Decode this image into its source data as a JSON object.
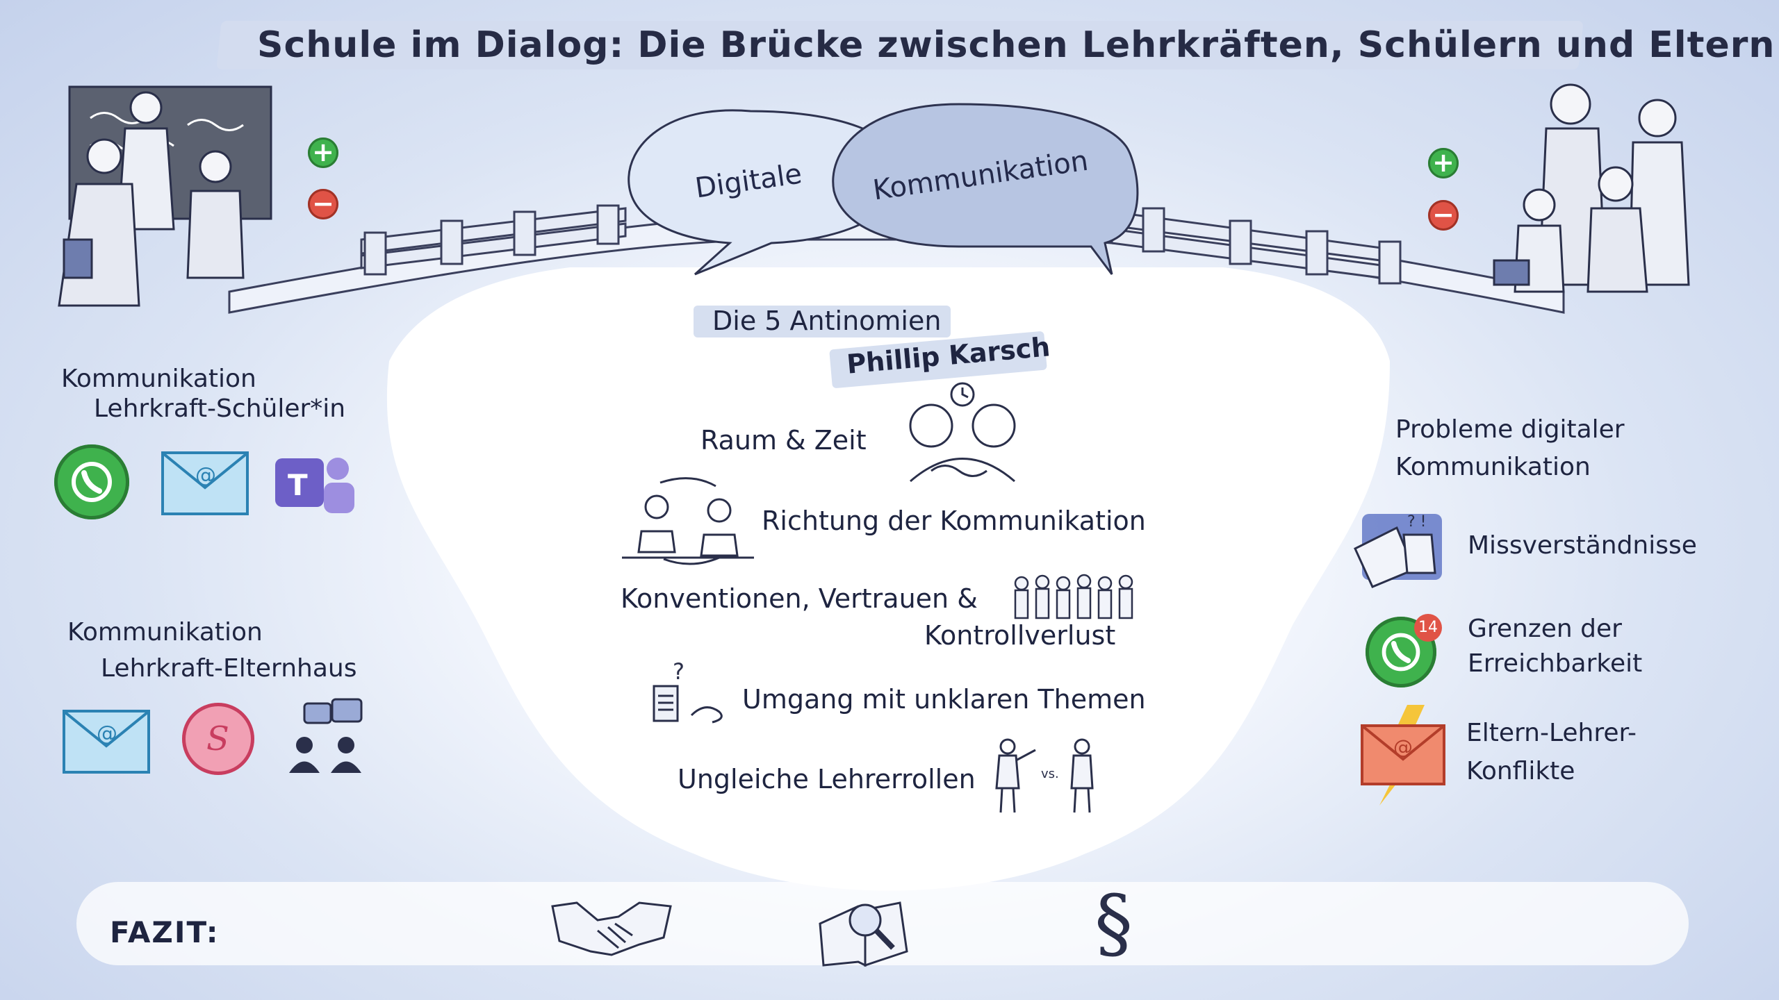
{
  "title": "Schule im Dialog: Die Brücke zwischen Lehrkräften, Schülern und Eltern",
  "bubbles": {
    "left": "Digitale",
    "right": "Kommunikation"
  },
  "center": {
    "heading": "Die 5 Antinomien",
    "author": "Phillip Karsch",
    "items": [
      {
        "label": "Raum & Zeit",
        "icon": "brains-globe-clock-icon"
      },
      {
        "label": "Richtung der Kommunikation",
        "icon": "two-people-talking-icon"
      },
      {
        "label_line1": "Konventionen, Vertrauen &",
        "label_line2": "Kontrollverlust",
        "icon": "crowd-icon"
      },
      {
        "label": "Umgang mit unklaren Themen",
        "icon": "clipboard-question-icon"
      },
      {
        "label": "Ungleiche Lehrerrollen",
        "icon": "teacher-vs-icon",
        "vs": "vs."
      }
    ]
  },
  "left": {
    "section1": {
      "line1": "Kommunikation",
      "line2": "Lehrkraft-Schüler*in",
      "icons": [
        "whatsapp-icon",
        "email-icon",
        "teams-icon"
      ]
    },
    "section2": {
      "line1": "Kommunikation",
      "line2": "Lehrkraft-Elternhaus",
      "icons": [
        "email-icon",
        "schoolfox-icon",
        "meeting-chat-icon"
      ]
    }
  },
  "right": {
    "heading_line1": "Probleme digitaler",
    "heading_line2": "Kommunikation",
    "problems": [
      {
        "label": "Missverständnisse",
        "icon": "confused-documents-icon"
      },
      {
        "label_line1": "Grenzen der",
        "label_line2": "Erreichbarkeit",
        "icon": "whatsapp-notification-icon",
        "badge": "14"
      },
      {
        "label_line1": "Eltern-Lehrer-",
        "label_line2": "Konflikte",
        "icon": "email-lightning-icon"
      }
    ]
  },
  "fazit": {
    "label": "FAZIT:",
    "icons": [
      "handshake-icon",
      "book-magnifier-icon",
      "paragraph-icon"
    ],
    "paragraph": "§"
  },
  "colors": {
    "whatsapp": "#3fb24d",
    "email": "#49a8d8",
    "teams": "#6d5fc7",
    "red": "#e05346",
    "bubble_left": "#dfe8f7",
    "bubble_right": "#b7c5e2"
  }
}
